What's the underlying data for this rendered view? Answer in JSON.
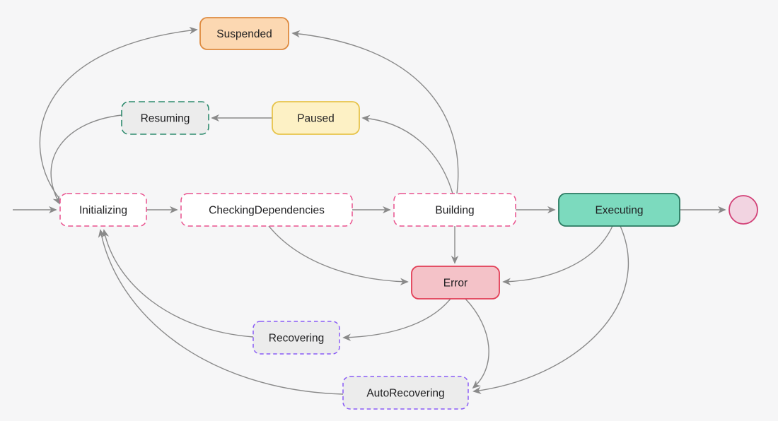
{
  "diagram": {
    "type": "state-machine",
    "background": "#f6f6f7",
    "edge_color": "#8a8a8a",
    "text_color": "#1d1d1f",
    "states": {
      "suspended": {
        "label": "Suspended",
        "fill": "#fcd8b2",
        "stroke": "#de8a3f",
        "border": "solid"
      },
      "resuming": {
        "label": "Resuming",
        "fill": "#ececec",
        "stroke": "#2e8b6e",
        "border": "dashed"
      },
      "paused": {
        "label": "Paused",
        "fill": "#fdf1c5",
        "stroke": "#e7c44b",
        "border": "solid"
      },
      "initializing": {
        "label": "Initializing",
        "fill": "#ffffff",
        "stroke": "#e9518d",
        "border": "dashed"
      },
      "checking_dependencies": {
        "label": "CheckingDependencies",
        "fill": "#ffffff",
        "stroke": "#e9518d",
        "border": "dashed"
      },
      "building": {
        "label": "Building",
        "fill": "#ffffff",
        "stroke": "#e9518d",
        "border": "dashed"
      },
      "executing": {
        "label": "Executing",
        "fill": "#7cdabe",
        "stroke": "#2b7a61",
        "border": "solid"
      },
      "error": {
        "label": "Error",
        "fill": "#f4c2c8",
        "stroke": "#e23d55",
        "border": "solid"
      },
      "recovering": {
        "label": "Recovering",
        "fill": "#ececec",
        "stroke": "#8a5cf6",
        "border": "dashed"
      },
      "auto_recovering": {
        "label": "AutoRecovering",
        "fill": "#ececec",
        "stroke": "#8a5cf6",
        "border": "dashed"
      },
      "end": {
        "label": "",
        "fill": "#f2d4e1",
        "stroke": "#d23f76",
        "border": "solid"
      }
    },
    "transitions": [
      {
        "from": "start",
        "to": "initializing"
      },
      {
        "from": "initializing",
        "to": "checking_dependencies"
      },
      {
        "from": "checking_dependencies",
        "to": "building"
      },
      {
        "from": "building",
        "to": "executing"
      },
      {
        "from": "executing",
        "to": "end"
      },
      {
        "from": "building",
        "to": "suspended"
      },
      {
        "from": "building",
        "to": "paused"
      },
      {
        "from": "paused",
        "to": "resuming"
      },
      {
        "from": "resuming",
        "to": "initializing"
      },
      {
        "from": "initializing",
        "to": "suspended"
      },
      {
        "from": "building",
        "to": "error"
      },
      {
        "from": "checking_dependencies",
        "to": "error"
      },
      {
        "from": "executing",
        "to": "error"
      },
      {
        "from": "error",
        "to": "recovering"
      },
      {
        "from": "recovering",
        "to": "initializing"
      },
      {
        "from": "executing",
        "to": "auto_recovering"
      },
      {
        "from": "auto_recovering",
        "to": "initializing"
      },
      {
        "from": "error",
        "to": "auto_recovering"
      }
    ]
  }
}
